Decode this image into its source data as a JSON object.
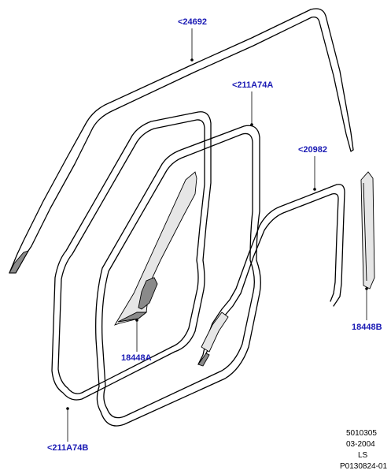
{
  "callouts": {
    "roof_seal": "<24692",
    "front_door_seal": "<211A74A",
    "rear_door_seal": "<20982",
    "rear_pillar_trim": "18448B",
    "front_pillar_trim": "18448A",
    "lower_door_seal": "<211A74B"
  },
  "footer": {
    "line1": "5010305",
    "line2": "03-2004",
    "line3": "LS",
    "line4": "P0130824-01"
  }
}
